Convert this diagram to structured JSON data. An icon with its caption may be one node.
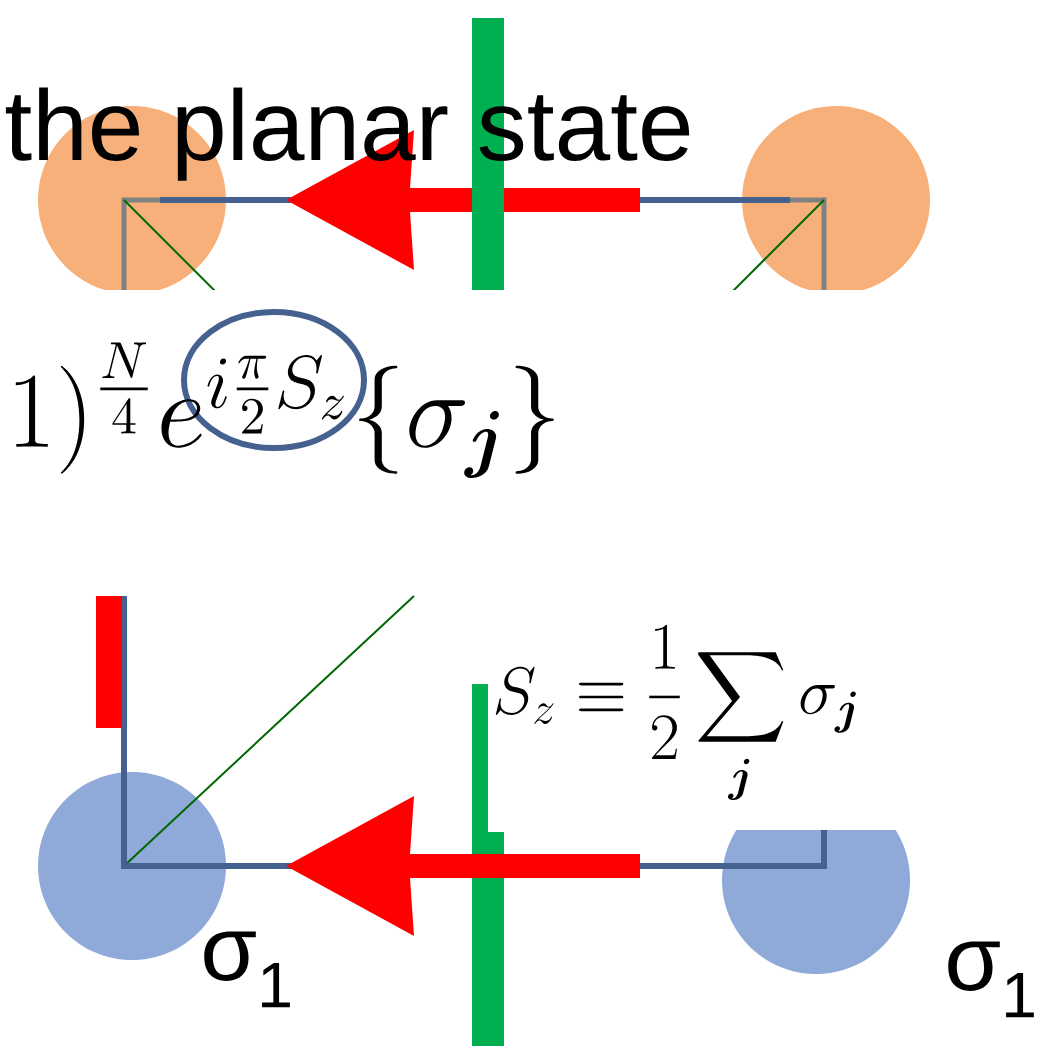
{
  "diagram": {
    "title": "the planar state",
    "labels": [
      "1)^{\\frac{N}{4}} e^{i\\frac{\\pi}{2}S_z} \\{\\sigma_{\\boldsymbol{j}}\\}",
      "S_z \\equiv \\frac{1}{2}\\sum_{\\boldsymbol{j}} \\sigma_{\\boldsymbol{j}}",
      "σ$_{1}$",
      "σ$_{1}$"
    ]
  }
}
